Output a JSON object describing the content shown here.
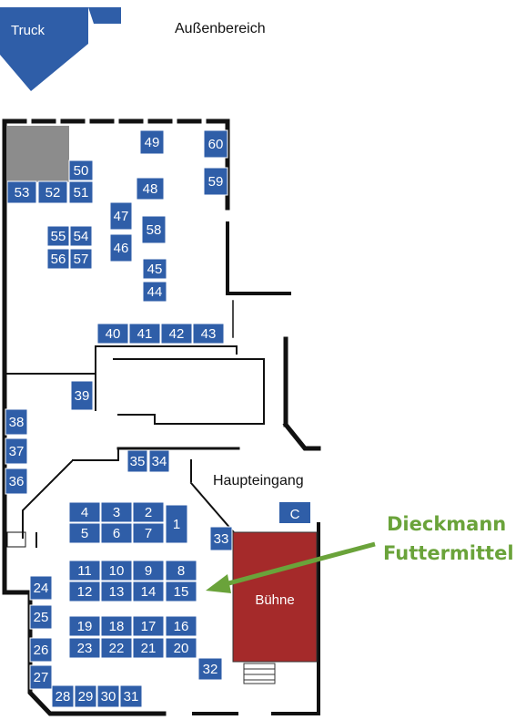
{
  "labels": {
    "truck": "Truck",
    "outdoor": "Außenbereich",
    "main_entrance": "Haupteingang",
    "stage": "Bühne",
    "c_booth": "C"
  },
  "callout": {
    "line1": "Dieckmann",
    "line2": "Futtermittel"
  },
  "colors": {
    "booth": "#2f5ea8",
    "stage": "#a52a2a",
    "callout": "#6aa33a",
    "reserved_area": "#8c8c8c"
  },
  "booths": [
    "1",
    "2",
    "3",
    "4",
    "5",
    "6",
    "7",
    "8",
    "9",
    "10",
    "11",
    "12",
    "13",
    "14",
    "15",
    "16",
    "17",
    "18",
    "19",
    "20",
    "21",
    "22",
    "23",
    "24",
    "25",
    "26",
    "27",
    "28",
    "29",
    "30",
    "31",
    "32",
    "33",
    "34",
    "35",
    "36",
    "37",
    "38",
    "39",
    "40",
    "41",
    "42",
    "43",
    "44",
    "45",
    "46",
    "47",
    "48",
    "49",
    "50",
    "51",
    "52",
    "53",
    "54",
    "55",
    "56",
    "57",
    "58",
    "59",
    "60"
  ]
}
